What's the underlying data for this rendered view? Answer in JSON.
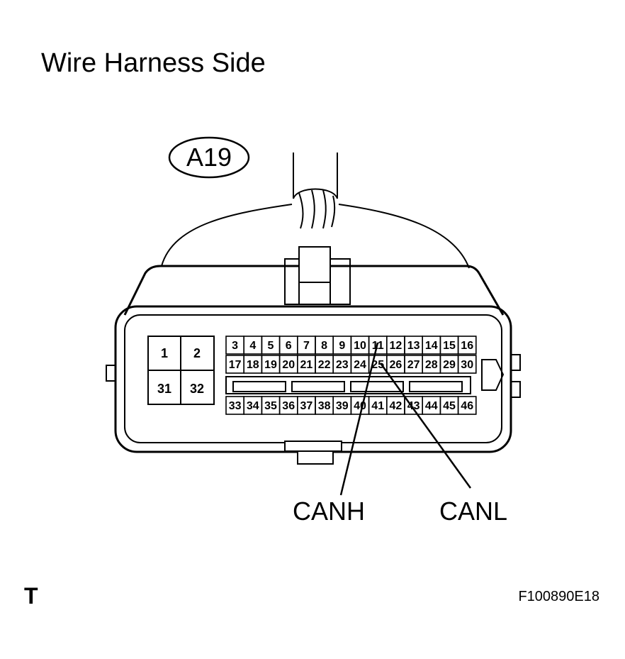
{
  "title": "Wire Harness Side",
  "connector_id": "A19",
  "large_pins": {
    "top": [
      "1",
      "2"
    ],
    "bottom": [
      "31",
      "32"
    ]
  },
  "pin_rows": {
    "row1": [
      "3",
      "4",
      "5",
      "6",
      "7",
      "8",
      "9",
      "10",
      "11",
      "12",
      "13",
      "14",
      "15",
      "16"
    ],
    "row2": [
      "17",
      "18",
      "19",
      "20",
      "21",
      "22",
      "23",
      "24",
      "25",
      "26",
      "27",
      "28",
      "29",
      "30"
    ],
    "row3": [
      "33",
      "34",
      "35",
      "36",
      "37",
      "38",
      "39",
      "40",
      "41",
      "42",
      "43",
      "44",
      "45",
      "46"
    ]
  },
  "signals": [
    {
      "label": "CANH",
      "pin": "11"
    },
    {
      "label": "CANL",
      "pin": "25"
    }
  ],
  "corner_mark": "T",
  "figure_id": "F100890E18"
}
